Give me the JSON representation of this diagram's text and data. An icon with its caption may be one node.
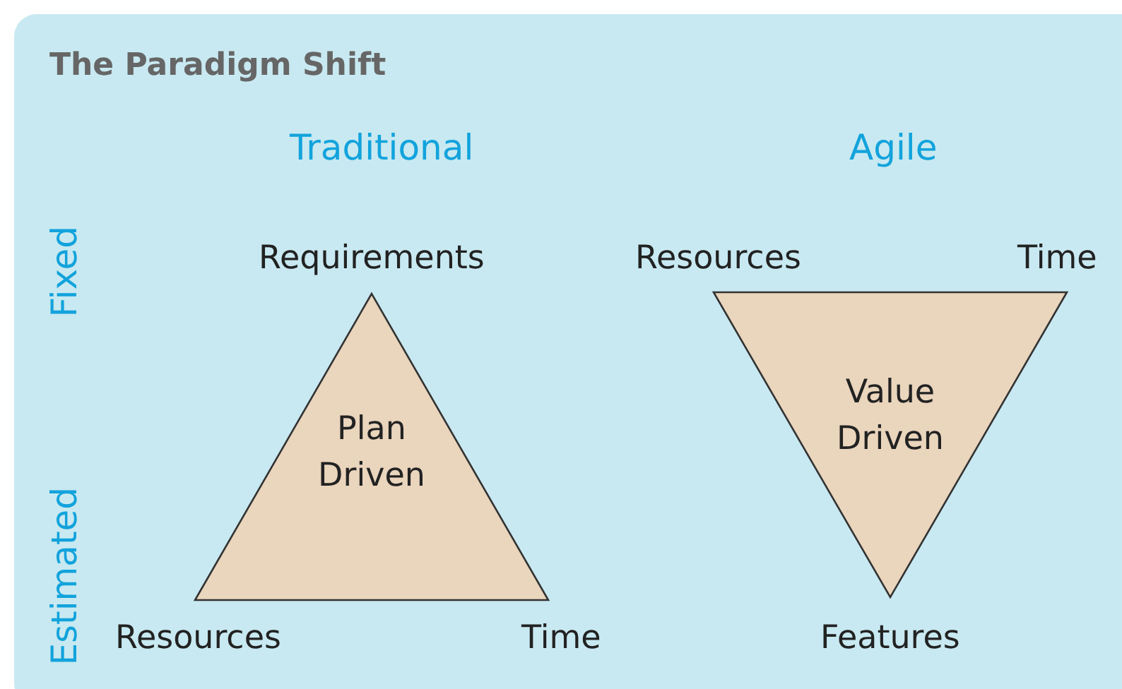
{
  "diagram": {
    "title": "The Paradigm Shift",
    "nodes": [
      {
        "text": [
          "Plan Driven"
        ],
        "beside": [
          "Requirements",
          "Resources",
          "Time"
        ]
      },
      {
        "text": [
          "Value Driven"
        ],
        "beside": [
          "Resources",
          "Time",
          "Features"
        ]
      }
    ],
    "edges": [],
    "labels": [
      "Traditional",
      "Agile",
      "Fixed",
      "Estimated"
    ]
  }
}
